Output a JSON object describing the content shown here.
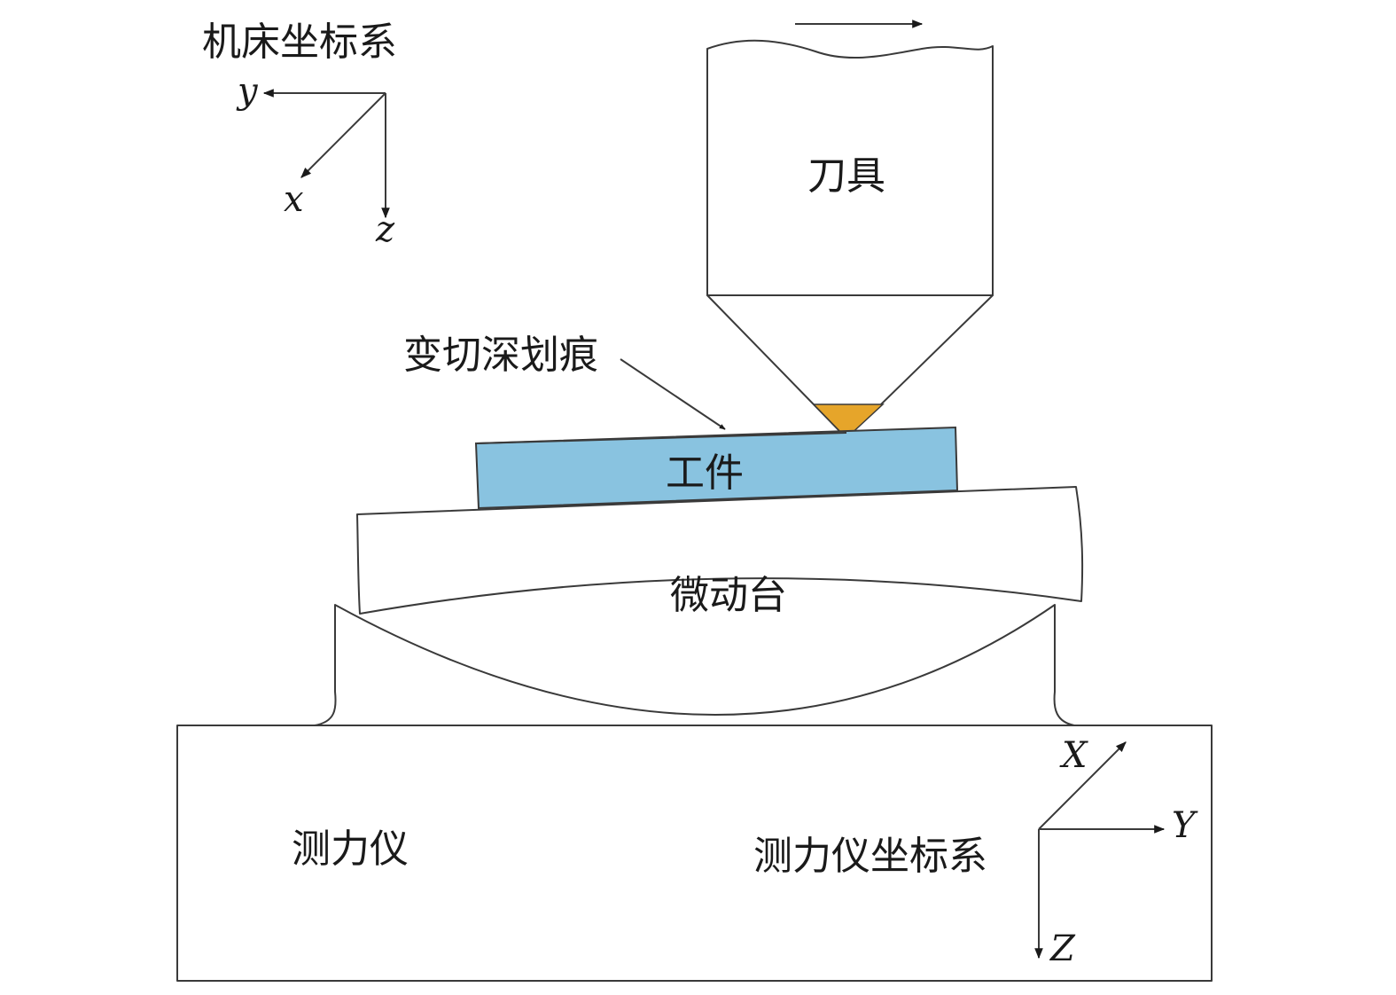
{
  "labels": {
    "machine_coord": "机床坐标系",
    "tool": "刀具",
    "scratch": "变切深划痕",
    "workpiece": "工件",
    "stage": "微动台",
    "dynamometer": "测力仪",
    "dyn_coord": "测力仪坐标系"
  },
  "machine_axes": {
    "x": "x",
    "y": "y",
    "z": "z"
  },
  "dyn_axes": {
    "x": "X",
    "y": "Y",
    "z": "Z"
  },
  "colors": {
    "workpiece": "#89c3e0",
    "tool_tip": "#e6a52a",
    "outline": "#3a3a3a"
  },
  "icons": {
    "feed_direction": "arrow-right-icon",
    "pointer": "leader-arrow-icon"
  }
}
